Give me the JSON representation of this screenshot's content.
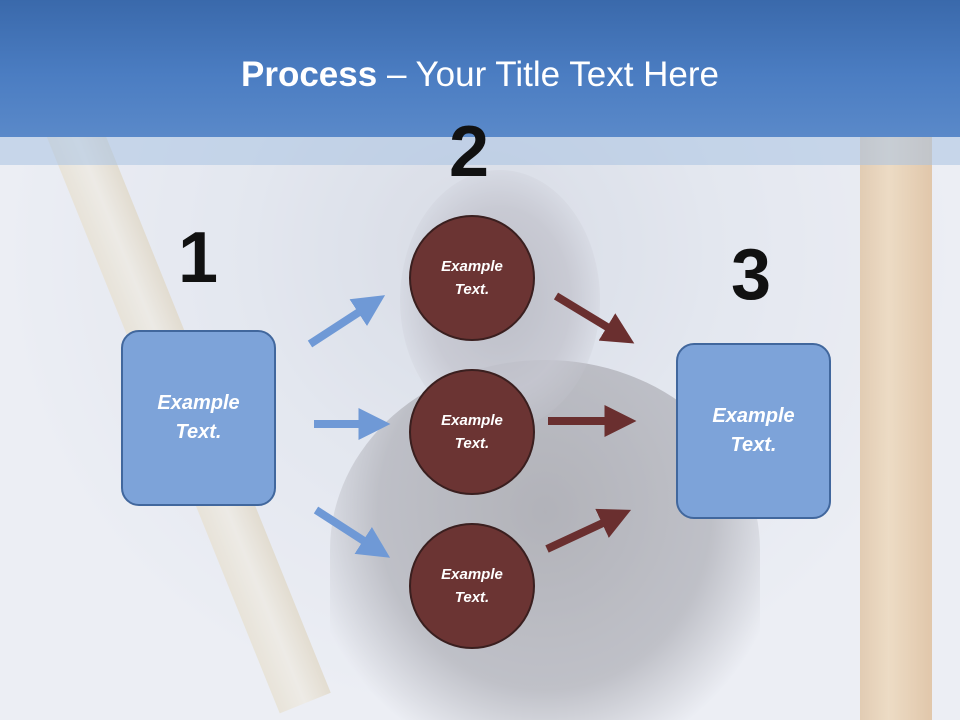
{
  "slide": {
    "title_bold": "Process",
    "title_rest": " – Your Title Text Here",
    "steps": [
      "1",
      "2",
      "3"
    ],
    "left_box": "Example Text.",
    "right_box": "Example Text.",
    "circles": [
      "Example Text.",
      "Example Text.",
      "Example Text."
    ]
  },
  "colors": {
    "header": "#4b7dc2",
    "box_fill": "#7da3d9",
    "circle_fill": "#6b3433",
    "blue_arrow": "#6f99d6",
    "red_arrow": "#6a2f2f"
  }
}
